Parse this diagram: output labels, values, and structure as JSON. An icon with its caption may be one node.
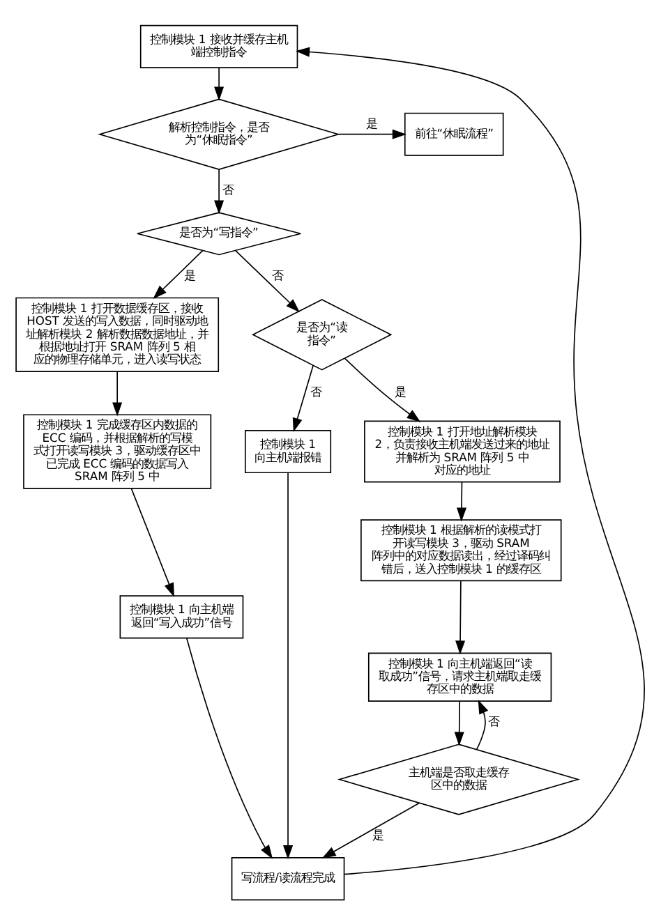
{
  "diagram": {
    "nodes": [
      {
        "text": [
          "控制模块 1 接收并缓存主机端控制指令"
        ]
      },
      {
        "text": [
          "解析控制指令，是否为“休眠指令”"
        ]
      },
      {
        "text": [
          "前往“休眠流程”"
        ]
      },
      {
        "text": [
          "是否为“写指令”"
        ]
      },
      {
        "text": [
          "控制模块 1 打开数据缓存区，接收 HOST 发送的写入数据，同时驱动地址解析模块 2 解析数据数据地址，并根据地址打开 SRAM 阵列 5 相应的物理存储单元，进入读写状态"
        ]
      },
      {
        "text": [
          "控制模块 1 完成缓存区内数据的 ECC 编码，并根据解析的写模式打开读写模块 3，驱动缓存区中已完成 ECC 编码的数据写入 SRAM 阵列 5 中"
        ]
      },
      {
        "text": [
          "控制模块 1 向主机端返回“写入成功”信号"
        ]
      },
      {
        "text": [
          "是否为“读指令”"
        ]
      },
      {
        "text": [
          "控制模块 1 向主机端报错"
        ]
      },
      {
        "text": [
          "控制模块 1 打开地址解析模块 2，负责接收主机端发送过来的地址并解析为 SRAM 阵列 5 中对应的地址"
        ]
      },
      {
        "text": [
          "控制模块 1 根据解析的读模式打开读写模块 3，驱动 SRAM 阵列中的对应数据读出，经过译码纠错后，送入控制模块 1 的缓存区"
        ]
      },
      {
        "text": [
          "控制模块 1 向主机端返回“读取成功”信号，请求主机端取走缓存区中的数据"
        ]
      },
      {
        "text": [
          "主机端是否取走缓存区中的数据"
        ]
      },
      {
        "text": [
          "写流程/读流程完成"
        ]
      }
    ],
    "edges": [
      {
        "from": 0,
        "to": 1,
        "arrow": "to"
      },
      {
        "from": 1,
        "to": 2,
        "arrow": "to",
        "label": "是"
      },
      {
        "from": 1,
        "to": 3,
        "arrow": "to",
        "label": "否"
      },
      {
        "from": 3,
        "to": 4,
        "arrow": "to",
        "label": "是"
      },
      {
        "from": 3,
        "to": 7,
        "arrow": "to",
        "label": "否"
      },
      {
        "from": 7,
        "to": 8,
        "arrow": "to",
        "label": "否"
      },
      {
        "from": 7,
        "to": 9,
        "arrow": "to",
        "label": "是"
      },
      {
        "from": 4,
        "to": 5,
        "arrow": "to"
      },
      {
        "from": 5,
        "to": 6,
        "arrow": "to"
      },
      {
        "from": 6,
        "to": 13,
        "arrow": "to"
      },
      {
        "from": 9,
        "to": 10,
        "arrow": "to"
      },
      {
        "from": 10,
        "to": 11,
        "arrow": "to"
      },
      {
        "from": 11,
        "to": 12,
        "arrow": "to"
      },
      {
        "from": 12,
        "to": 11,
        "arrow": "to",
        "label": "否"
      },
      {
        "from": 12,
        "to": 13,
        "arrow": "to",
        "label": "是"
      },
      {
        "from": 8,
        "to": 13,
        "arrow": "to"
      },
      {
        "from": 13,
        "to": 0,
        "arrow": "to"
      }
    ]
  }
}
